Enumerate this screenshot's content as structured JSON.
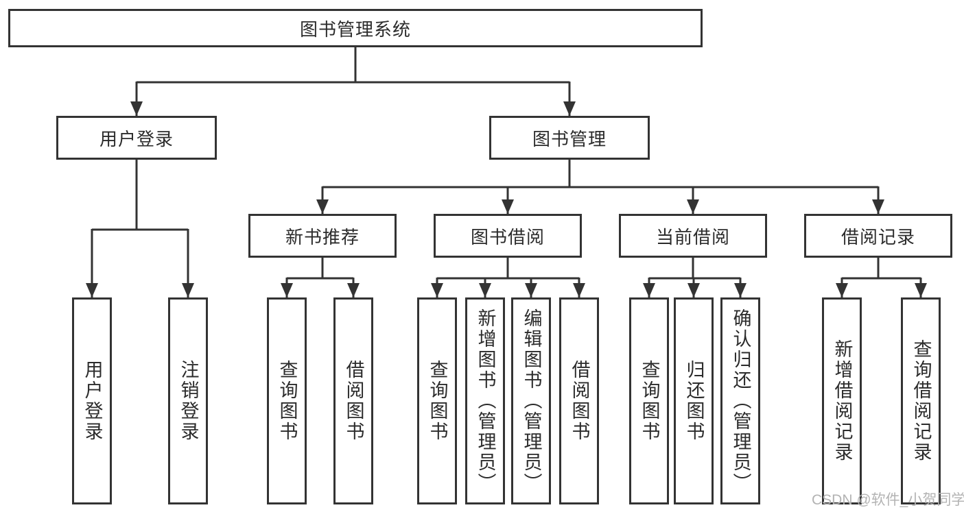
{
  "diagram": {
    "root": {
      "label": "图书管理系统"
    },
    "user_login": {
      "label": "用户登录",
      "children": [
        {
          "label": "用户登录"
        },
        {
          "label": "注销登录"
        }
      ]
    },
    "book_mgmt": {
      "label": "图书管理",
      "sections": [
        {
          "label": "新书推荐",
          "children": [
            {
              "label": "查询图书"
            },
            {
              "label": "借阅图书"
            }
          ]
        },
        {
          "label": "图书借阅",
          "children": [
            {
              "label": "查询图书"
            },
            {
              "label": "新增图书（管理员）"
            },
            {
              "label": "编辑图书（管理员）"
            },
            {
              "label": "借阅图书"
            }
          ]
        },
        {
          "label": "当前借阅",
          "children": [
            {
              "label": "查询图书"
            },
            {
              "label": "归还图书"
            },
            {
              "label": "确认归还（管理员）"
            }
          ]
        },
        {
          "label": "借阅记录",
          "children": [
            {
              "label": "新增借阅记录"
            },
            {
              "label": "查询借阅记录"
            }
          ]
        }
      ]
    }
  },
  "watermark": "CSDN @软件_小贺同学",
  "colors": {
    "line": "#333333",
    "box_border": "#333333",
    "text": "#2b2b2b",
    "watermark": "#b3b3b3",
    "background": "#ffffff"
  }
}
